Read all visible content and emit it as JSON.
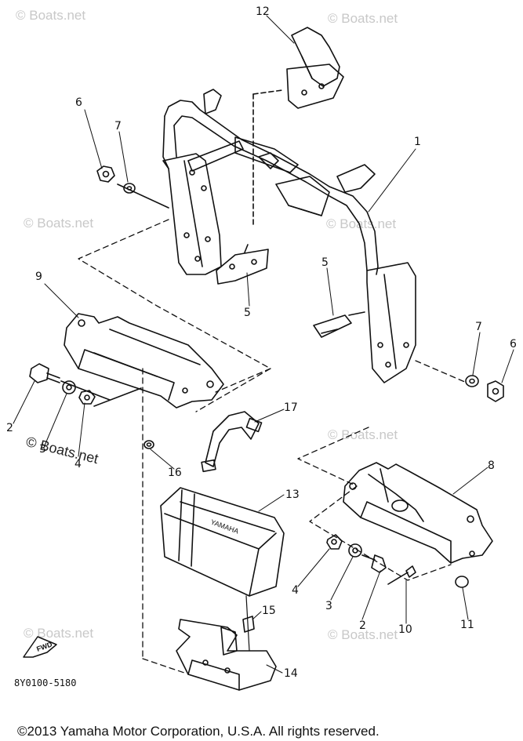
{
  "diagram": {
    "callouts": [
      "12",
      "1",
      "6",
      "7",
      "9",
      "5",
      "5",
      "7",
      "6",
      "2",
      "3",
      "4",
      "17",
      "16",
      "8",
      "13",
      "4",
      "3",
      "2",
      "10",
      "11",
      "15",
      "14"
    ],
    "watermark": "© Boats.net",
    "fwd_label": "FWD",
    "part_code": "8Y0100-5180",
    "battery_text": "YAMAHA",
    "copyright": "©2013 Yamaha Motor Corporation, U.S.A. All rights reserved."
  },
  "colors": {
    "ink": "#111111",
    "watermark": "#c8c8c8",
    "background": "#ffffff"
  }
}
